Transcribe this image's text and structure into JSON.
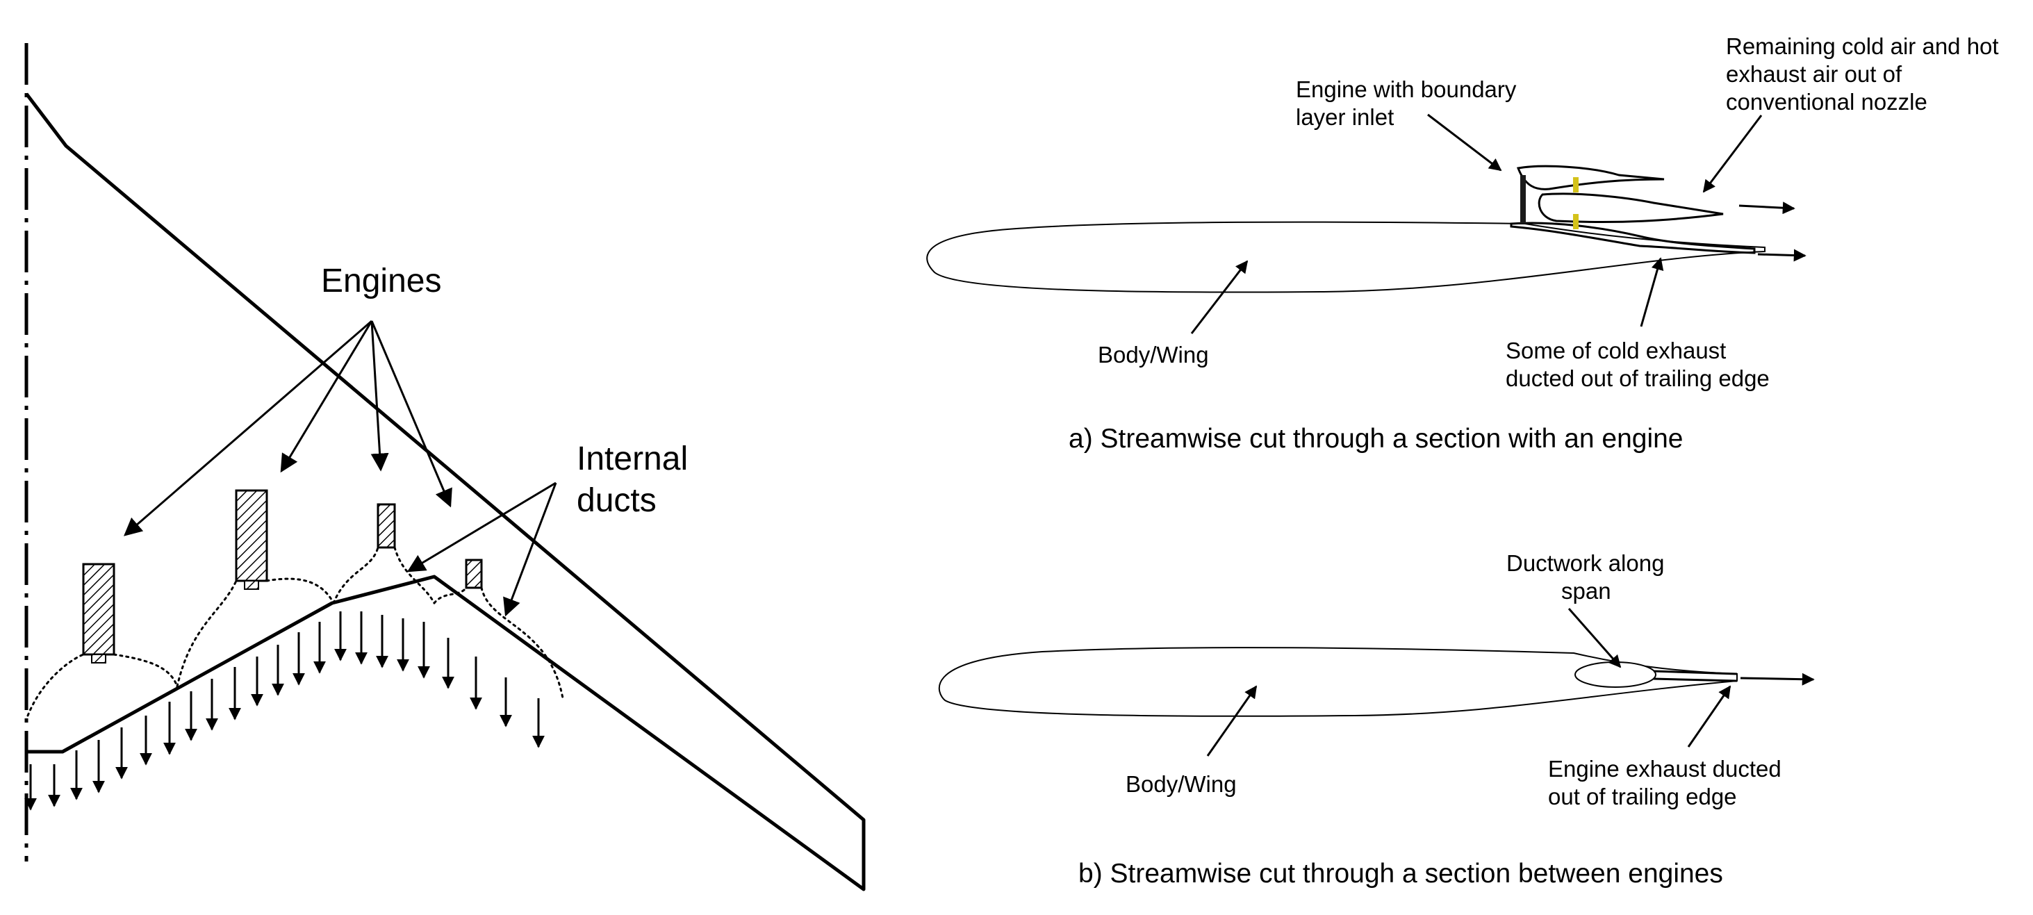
{
  "left_diagram": {
    "engines_label": "Engines",
    "internal_ducts_label_line1": "Internal",
    "internal_ducts_label_line2": "ducts"
  },
  "section_a": {
    "engine_label_line1": "Engine with boundary",
    "engine_label_line2": "layer inlet",
    "nozzle_label_line1": "Remaining cold air and hot",
    "nozzle_label_line2": "exhaust air out of",
    "nozzle_label_line3": "conventional nozzle",
    "body_label": "Body/Wing",
    "cold_exhaust_label_line1": "Some of cold exhaust",
    "cold_exhaust_label_line2": "ducted out of trailing edge",
    "caption": "a) Streamwise cut through a section with an engine"
  },
  "section_b": {
    "ductwork_label_line1": "Ductwork along",
    "ductwork_label_line2": "span",
    "body_label": "Body/Wing",
    "exhaust_label_line1": "Engine exhaust ducted",
    "exhaust_label_line2": "out of trailing edge",
    "caption": "b) Streamwise cut through a section between engines"
  },
  "colors": {
    "line": "#000000",
    "engine_fan_accent": "#d4c21a",
    "background": "#ffffff"
  }
}
